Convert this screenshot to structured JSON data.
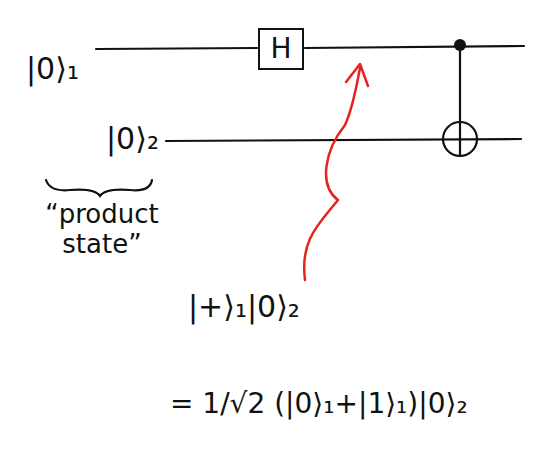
{
  "diagram": {
    "nodes": [
      {
        "text": [
          "H"
        ]
      }
    ],
    "labels": [
      "|0⟩₁",
      "|0⟩₂",
      "“product state”",
      "|+⟩₁|0⟩₂",
      "= 1/√2 (|0⟩₁+|1⟩₁)|0⟩₂"
    ]
  }
}
